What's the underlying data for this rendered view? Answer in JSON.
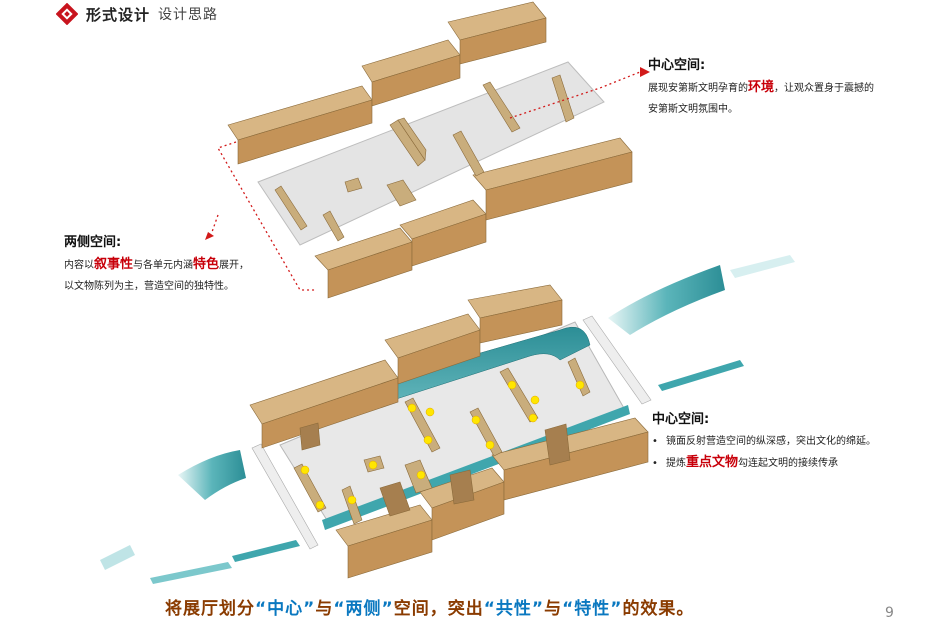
{
  "header": {
    "title": "形式设计",
    "subtitle": "设计思路"
  },
  "center_top": {
    "title": "中心空间:",
    "line1_pre": "展现安第斯文明孕育的",
    "line1_hl": "环境",
    "line1_post": "，让观众置身于震撼的",
    "line2": "安第斯文明氛围中。"
  },
  "sides": {
    "title": "两侧空间:",
    "line1_pre": "内容以",
    "line1_hl1": "叙事性",
    "line1_mid": "与各单元内涵",
    "line1_hl2": "特色",
    "line1_post": "展开，",
    "line2": "以文物陈列为主，营造空间的独特性。"
  },
  "center_bottom": {
    "title": "中心空间:",
    "bullet1": "镜面反射营造空间的纵深感，突出文化的绵延。",
    "bullet2_pre": "提炼",
    "bullet2_hl": "重点文物",
    "bullet2_post": "勾连起文明的接续传承"
  },
  "footer": {
    "p1": "将展厅划分",
    "q1": "“中心”",
    "p2": "与",
    "q2": "“两侧”",
    "p3": "空间，突出",
    "q3": "“共性”",
    "p4": "与",
    "q4": "“特性”",
    "p5": "的效果。"
  },
  "page_number": "9",
  "colors": {
    "wood": "#c9a06a",
    "teal": "#3fa6ad",
    "accent_red": "#c8000a",
    "footer_brown": "#8a3b00",
    "footer_quote": "#0a78c0"
  }
}
